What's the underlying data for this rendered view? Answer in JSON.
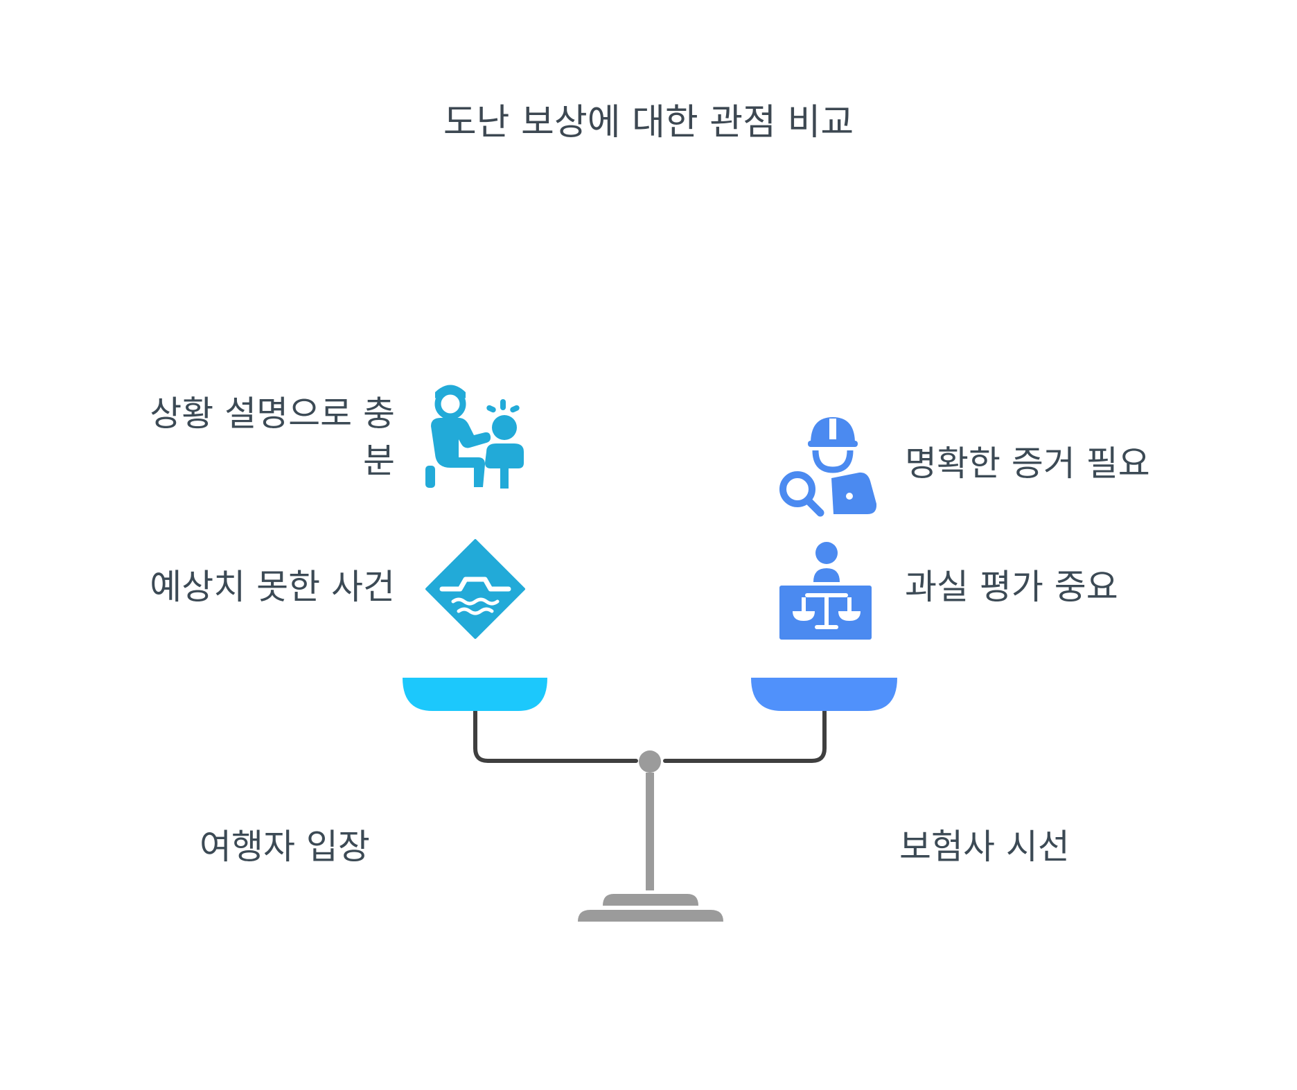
{
  "title": "도난 보상에 대한 관점 비교",
  "left": {
    "group_label": "여행자 입장",
    "items": [
      {
        "label_line1": "상황 설명으로 충",
        "label_line2": "분",
        "icon": "parent-child-explaining-icon"
      },
      {
        "label": "예상치 못한 사건",
        "icon": "unexpected-event-diamond-icon"
      }
    ],
    "color": "#1cc8fc",
    "icon_color": "#22aad8"
  },
  "right": {
    "group_label": "보험사 시선",
    "items": [
      {
        "label": "명확한 증거 필요",
        "icon": "investigator-magnifier-icon"
      },
      {
        "label": "과실 평가 중요",
        "icon": "judge-scales-icon"
      }
    ],
    "color": "#5091fb",
    "icon_color": "#4b8af0"
  },
  "scale_color": "#9b9b9b",
  "beam_color": "#3f3f3f"
}
